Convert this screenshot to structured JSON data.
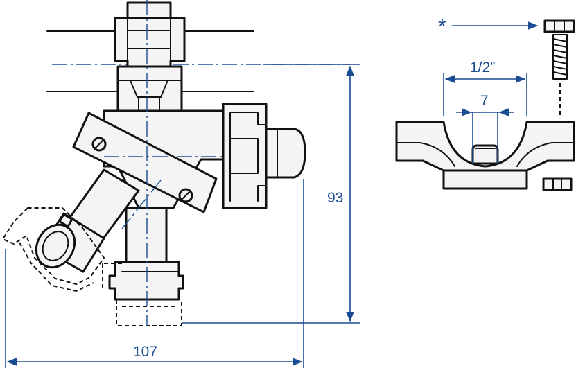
{
  "dimensions": {
    "overall_width": "107",
    "overall_height": "93",
    "thread_size": "1/2”",
    "bore": "7"
  },
  "callouts": {
    "screw_marker": "*"
  },
  "colors": {
    "dimension_lines": "#1a4c94",
    "outline": "#111111"
  }
}
